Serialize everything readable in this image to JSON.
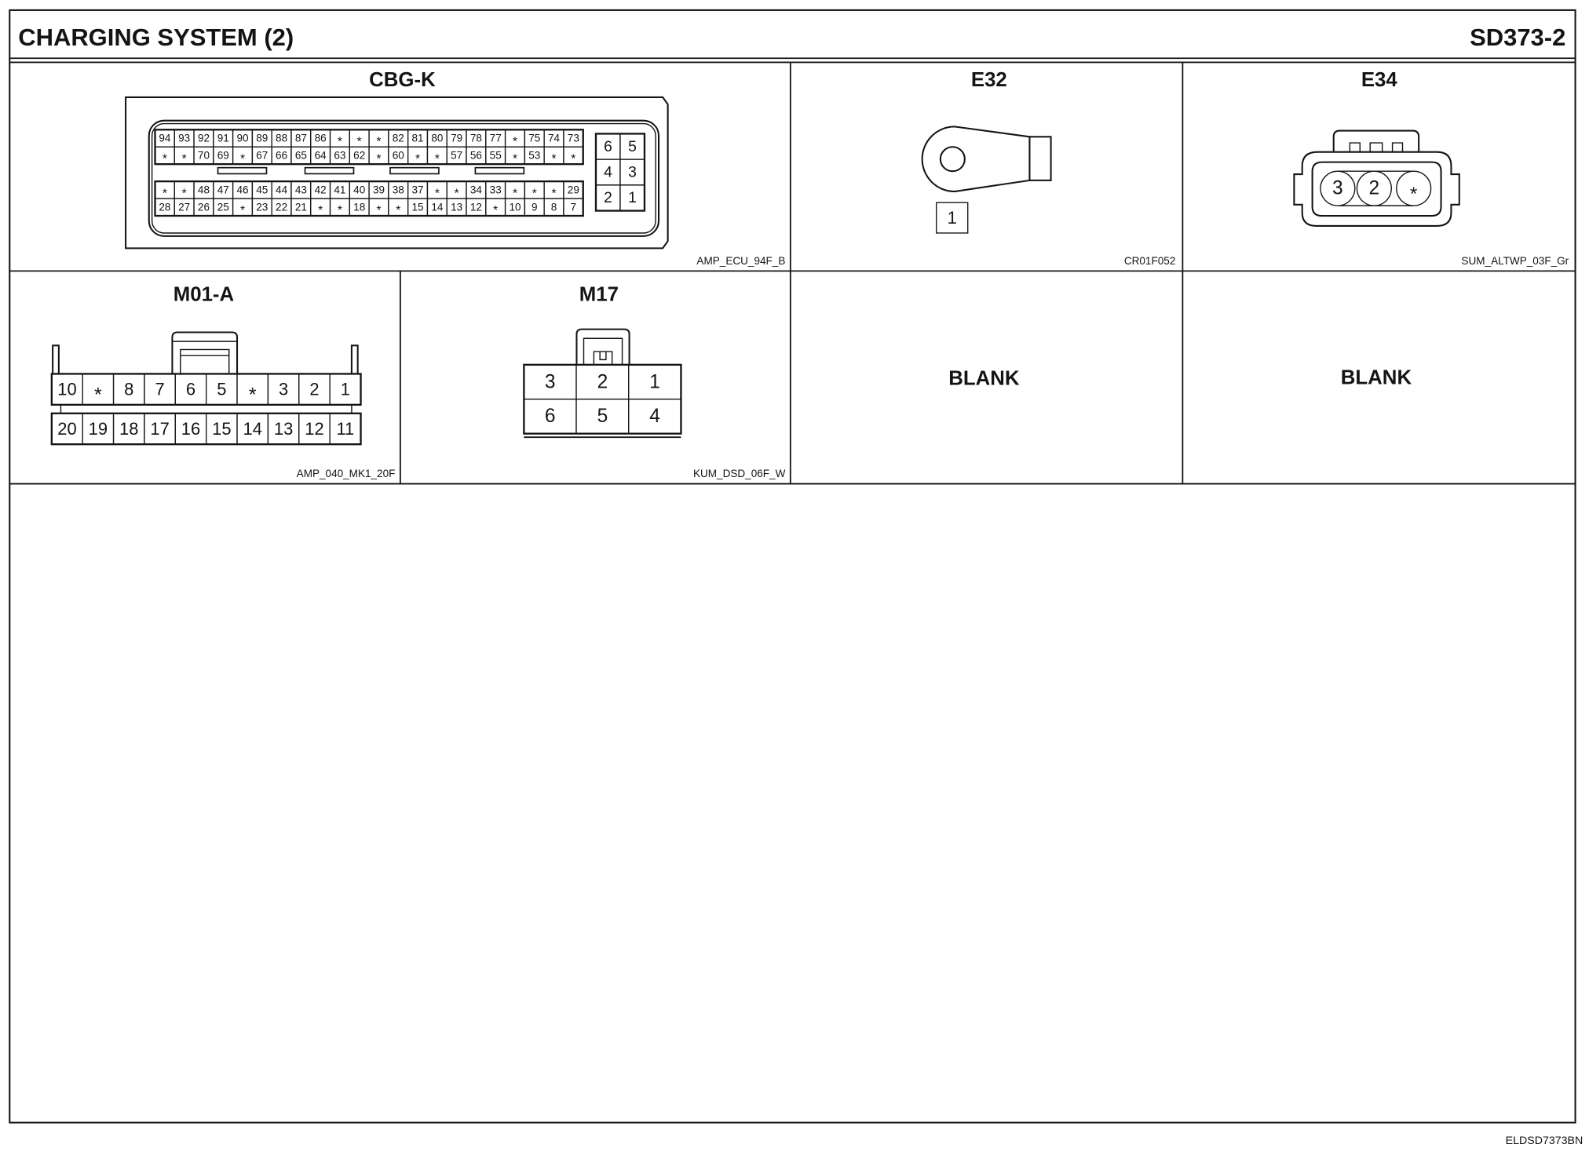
{
  "page": {
    "title": "CHARGING SYSTEM (2)",
    "code": "SD373-2",
    "footer_code": "ELDSD7373BN"
  },
  "connectors": {
    "cbg_k": {
      "name": "CBG-K",
      "part_code": "AMP_ECU_94F_B",
      "rows": [
        [
          "94",
          "93",
          "92",
          "91",
          "90",
          "89",
          "88",
          "87",
          "86",
          "*",
          "*",
          "*",
          "82",
          "81",
          "80",
          "79",
          "78",
          "77",
          "*",
          "75",
          "74",
          "73"
        ],
        [
          "*",
          "*",
          "70",
          "69",
          "*",
          "67",
          "66",
          "65",
          "64",
          "63",
          "62",
          "*",
          "60",
          "*",
          "*",
          "57",
          "56",
          "55",
          "*",
          "53",
          "*",
          "*"
        ],
        [
          "*",
          "*",
          "48",
          "47",
          "46",
          "45",
          "44",
          "43",
          "42",
          "41",
          "40",
          "39",
          "38",
          "37",
          "*",
          "*",
          "34",
          "33",
          "*",
          "*",
          "*",
          "29"
        ],
        [
          "28",
          "27",
          "26",
          "25",
          "*",
          "23",
          "22",
          "21",
          "*",
          "*",
          "18",
          "*",
          "*",
          "15",
          "14",
          "13",
          "12",
          "*",
          "10",
          "9",
          "8",
          "7"
        ]
      ],
      "aux_rows": [
        [
          "6",
          "5"
        ],
        [
          "4",
          "3"
        ],
        [
          "2",
          "1"
        ]
      ]
    },
    "e32": {
      "name": "E32",
      "part_code": "CR01F052",
      "pins": [
        "1"
      ]
    },
    "e34": {
      "name": "E34",
      "part_code": "SUM_ALTWP_03F_Gr",
      "pins": [
        "3",
        "2",
        "*"
      ]
    },
    "m01_a": {
      "name": "M01-A",
      "part_code": "AMP_040_MK1_20F",
      "rows": [
        [
          "10",
          "*",
          "8",
          "7",
          "6",
          "5",
          "*",
          "3",
          "2",
          "1"
        ],
        [
          "20",
          "19",
          "18",
          "17",
          "16",
          "15",
          "14",
          "13",
          "12",
          "11"
        ]
      ]
    },
    "m17": {
      "name": "M17",
      "part_code": "KUM_DSD_06F_W",
      "rows": [
        [
          "3",
          "2",
          "1"
        ],
        [
          "6",
          "5",
          "4"
        ]
      ]
    }
  },
  "blank_cells": [
    "BLANK",
    "BLANK"
  ],
  "colors": {
    "ink": "#141414",
    "paper": "#ffffff"
  }
}
